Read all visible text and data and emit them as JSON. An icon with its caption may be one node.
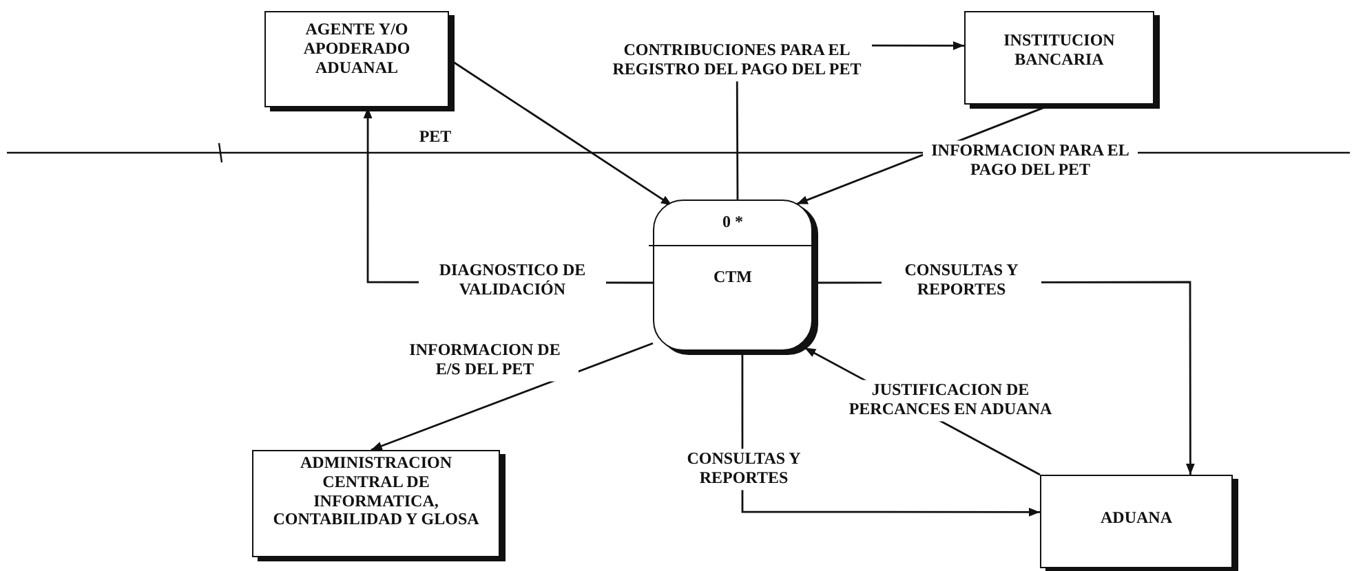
{
  "diagram": {
    "nodes": [
      {
        "text": [
          "AGENTE Y/O APODERADO ADUANAL"
        ]
      },
      {
        "text": [
          "INSTITUCION BANCARIA"
        ]
      },
      {
        "text": [
          "0 *",
          "CTM"
        ]
      },
      {
        "text": [
          "ADMINISTRACION CENTRAL DE INFORMATICA, CONTABILIDAD Y GLOSA"
        ]
      },
      {
        "text": [
          "ADUANA"
        ]
      }
    ],
    "edges": [
      {
        "from": 0,
        "to": 2,
        "arrow": "to",
        "label": "PET"
      },
      {
        "from": 2,
        "to": 1,
        "arrow": "to",
        "label": "CONTRIBUCIONES PARA EL REGISTRO DEL PAGO DEL PET"
      },
      {
        "from": 1,
        "to": 2,
        "arrow": "to",
        "label": "INFORMACION PARA EL PAGO DEL PET"
      },
      {
        "from": 2,
        "to": 0,
        "arrow": "to",
        "label": "DIAGNOSTICO DE VALIDACIÓN"
      },
      {
        "from": 2,
        "to": 4,
        "arrow": "to",
        "label": "CONSULTAS Y REPORTES"
      },
      {
        "from": 4,
        "to": 2,
        "arrow": "to",
        "label": "JUSTIFICACION DE PERCANCES EN ADUANA"
      },
      {
        "from": 2,
        "to": 3,
        "arrow": "to",
        "label": "INFORMACION DE E/S DEL PET"
      },
      {
        "from": 2,
        "to": 4,
        "arrow": "to",
        "label": "CONSULTAS Y REPORTES"
      }
    ]
  }
}
